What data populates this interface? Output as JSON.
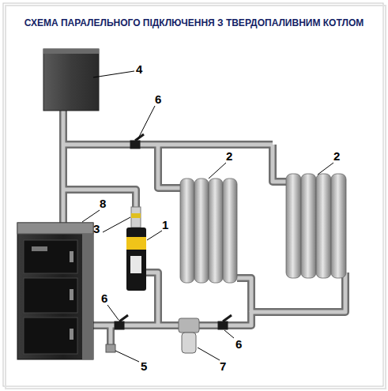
{
  "diagram": {
    "title": "СХЕМА ПАРАЛЕЛЬНОГО ПІДКЛЮЧЕННЯ З ТВЕРДОПАЛИВНИМ КОТЛОМ",
    "labels": [
      "4",
      "6",
      "2",
      "2",
      "8",
      "3",
      "1",
      "6",
      "6",
      "5",
      "7"
    ]
  }
}
